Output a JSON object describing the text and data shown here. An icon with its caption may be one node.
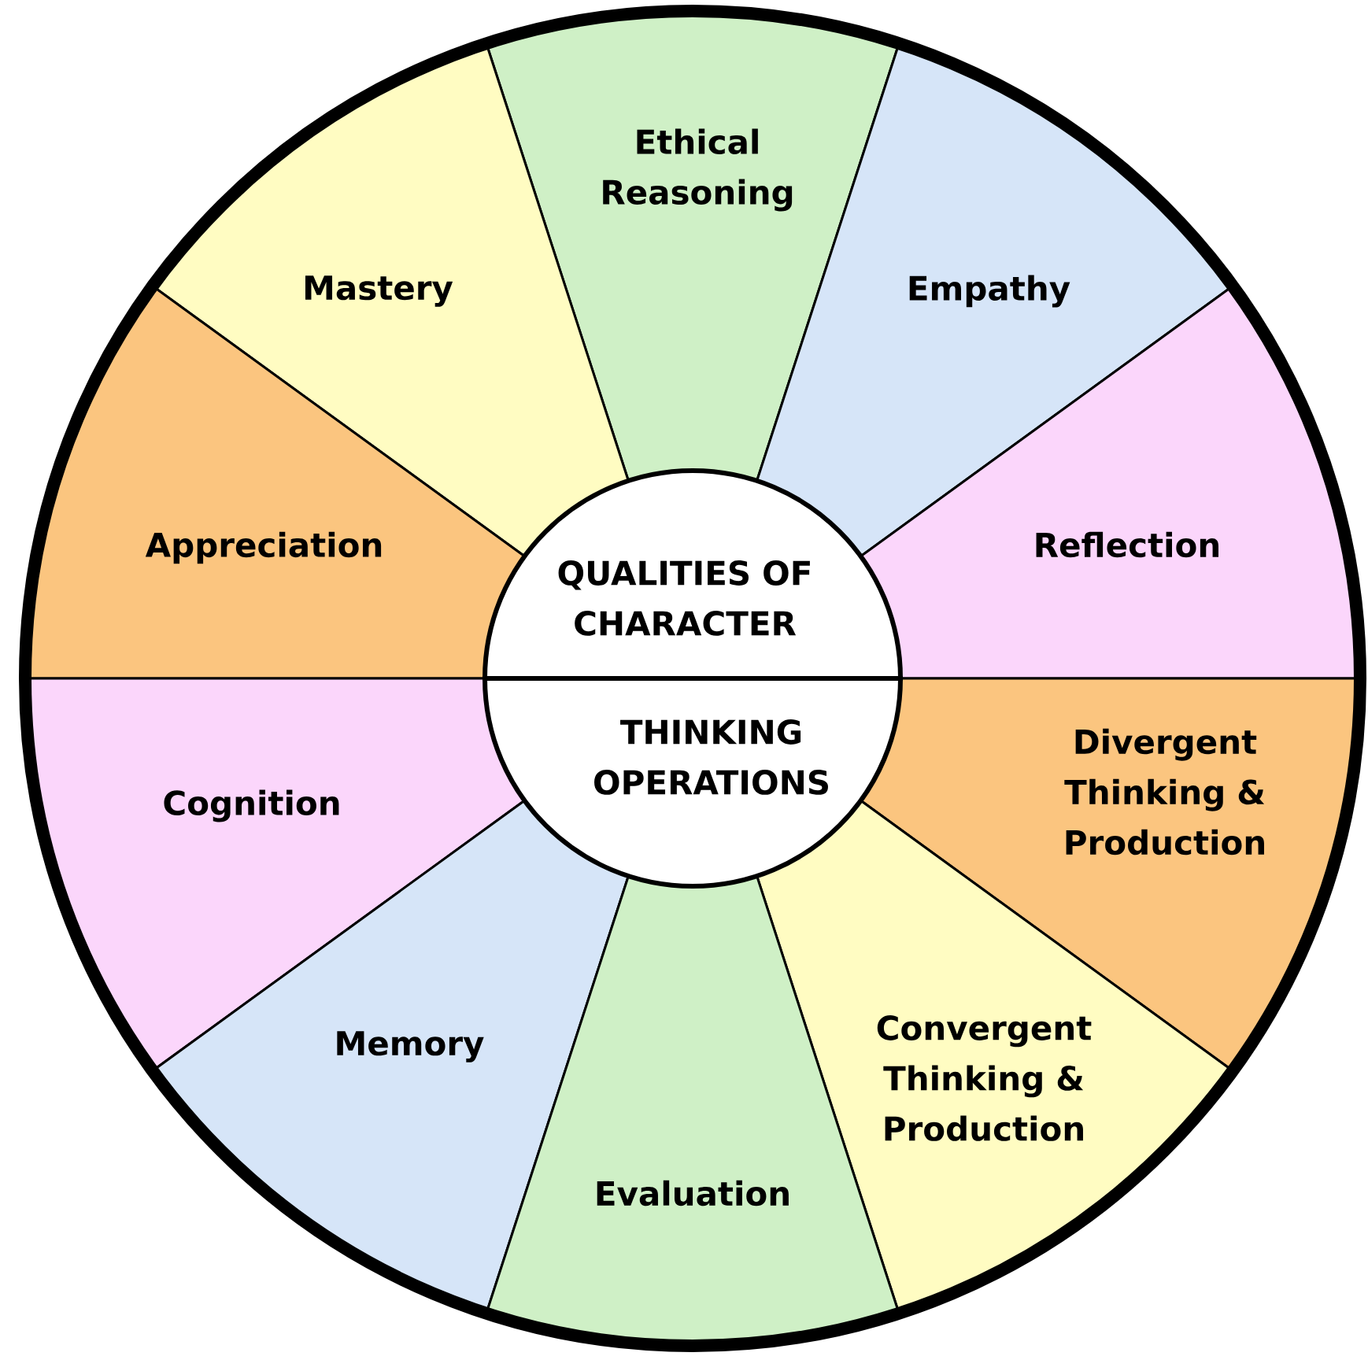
{
  "diagram": {
    "nodes": [
      {
        "text": [
          "Ethical Reasoning"
        ]
      },
      {
        "text": [
          "Mastery"
        ]
      },
      {
        "text": [
          "Empathy"
        ]
      },
      {
        "text": [
          "Appreciation"
        ]
      },
      {
        "text": [
          "QUALITIES OF CHARACTER"
        ]
      },
      {
        "text": [
          "Reflection"
        ]
      },
      {
        "text": [
          "THINKING OPERATIONS"
        ]
      },
      {
        "text": [
          "Divergent Thinking & Production"
        ]
      },
      {
        "text": [
          "Cognition"
        ]
      },
      {
        "text": [
          "Memory"
        ]
      },
      {
        "text": [
          "Convergent Thinking & Production"
        ]
      },
      {
        "text": [
          "Evaluation"
        ]
      }
    ]
  }
}
